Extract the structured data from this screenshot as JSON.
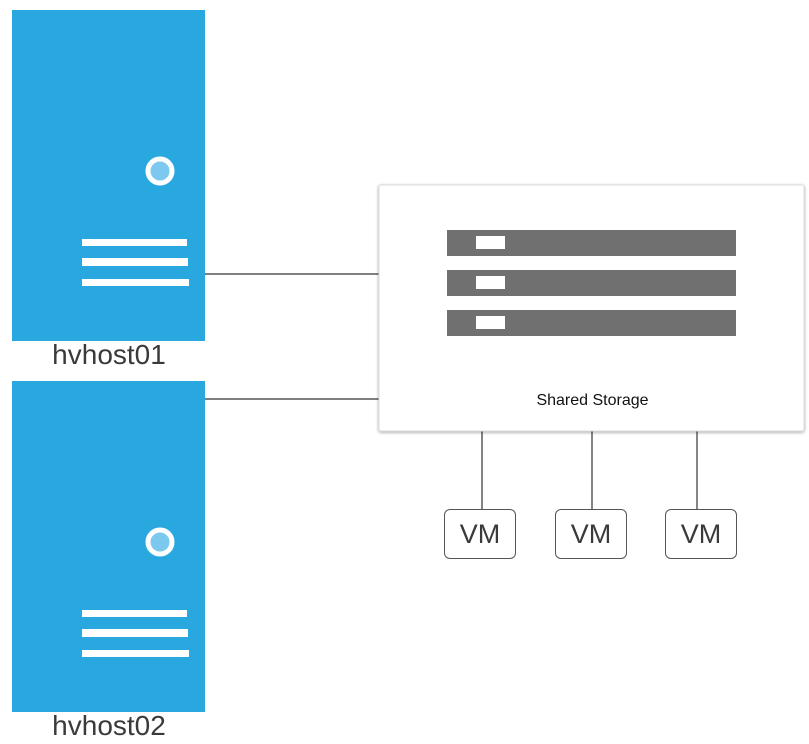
{
  "colors": {
    "server": "#29a8e0",
    "server_indicator": "#7cc8ee",
    "storage_bar": "#707070",
    "connector": "#333333"
  },
  "hosts": [
    {
      "label": "hvhost01",
      "icon": "server-icon"
    },
    {
      "label": "hvhost02",
      "icon": "server-icon"
    }
  ],
  "storage": {
    "label": "Shared Storage",
    "icon": "storage-array-icon",
    "drive_count": 3
  },
  "vms": [
    {
      "label": "VM"
    },
    {
      "label": "VM"
    },
    {
      "label": "VM"
    }
  ]
}
